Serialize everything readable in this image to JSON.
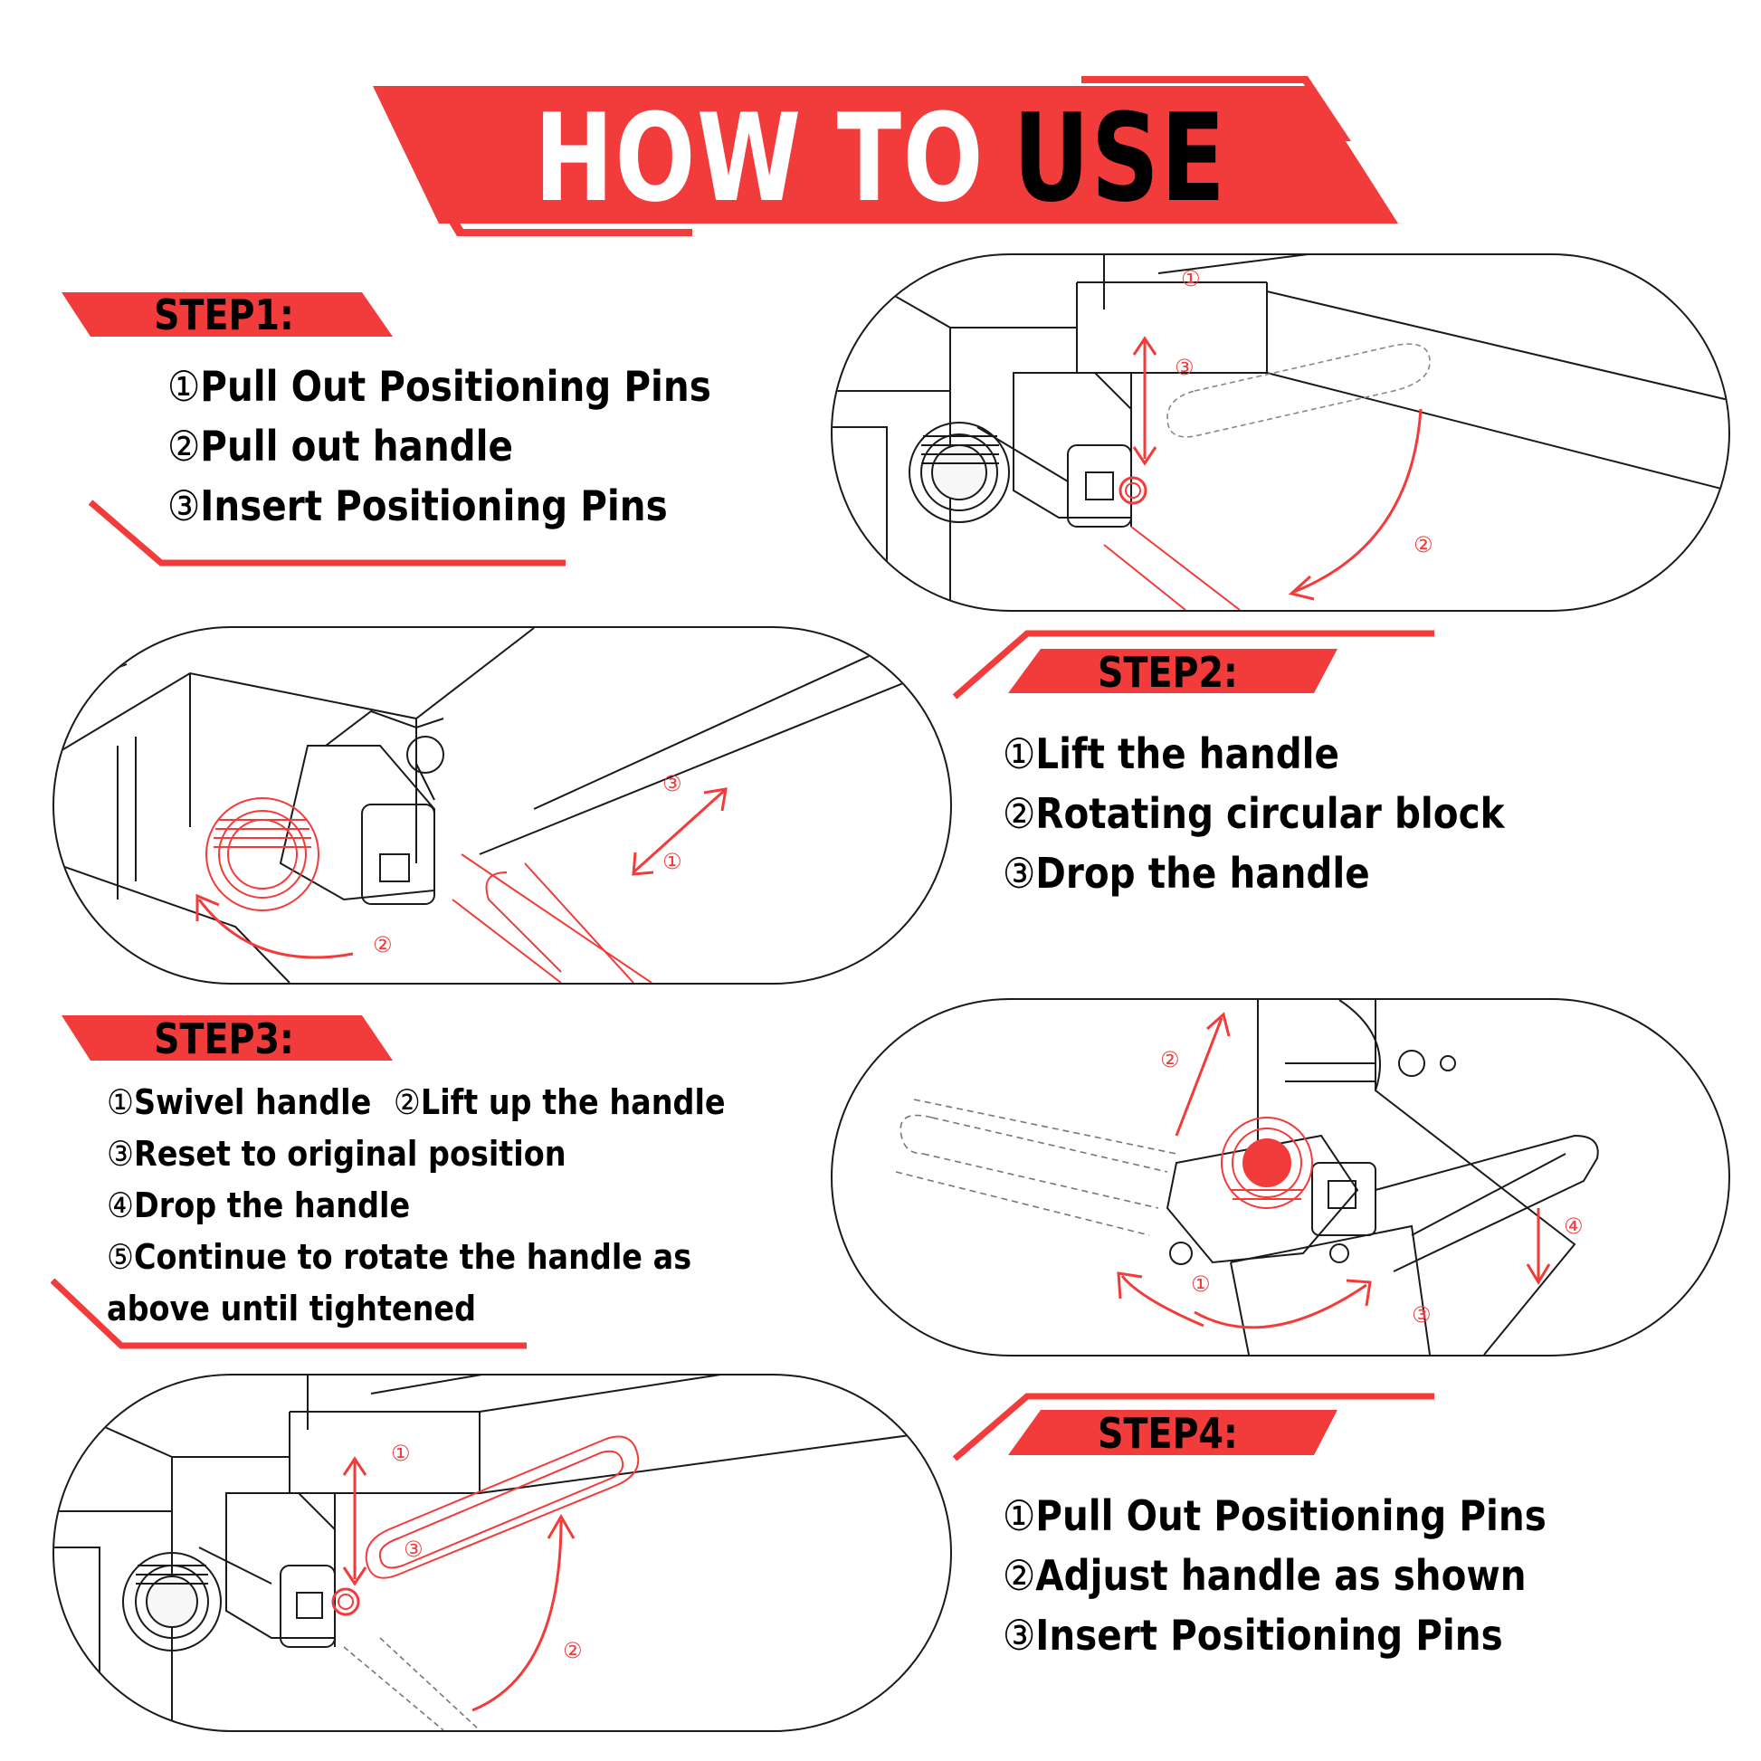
{
  "header": {
    "title_white": "HOW TO",
    "title_black": "USE"
  },
  "colors": {
    "accent": "#f23b3b",
    "ink": "#1a1a1a",
    "background": "#ffffff"
  },
  "step1": {
    "label": "STEP1:",
    "items": [
      {
        "num": "①",
        "text": "Pull Out Positioning Pins"
      },
      {
        "num": "②",
        "text": "Pull out handle"
      },
      {
        "num": "③",
        "text": "Insert Positioning Pins"
      }
    ],
    "callouts": [
      "①",
      "③",
      "②"
    ]
  },
  "step2": {
    "label": "STEP2:",
    "items": [
      {
        "num": "①",
        "text": "Lift the handle"
      },
      {
        "num": "②",
        "text": "Rotating circular block"
      },
      {
        "num": "③",
        "text": "Drop the handle"
      }
    ],
    "callouts": [
      "③",
      "①",
      "②"
    ]
  },
  "step3": {
    "label": "STEP3:",
    "line1a": {
      "num": "①",
      "text": "Swivel handle"
    },
    "line1b": {
      "num": "②",
      "text": "Lift up the handle"
    },
    "items": [
      {
        "num": "③",
        "text": "Reset to original position"
      },
      {
        "num": "④",
        "text": "Drop the handle"
      },
      {
        "num": "⑤",
        "text": "Continue to rotate the handle as"
      }
    ],
    "last_line": "above until tightened",
    "callouts": [
      "②",
      "①",
      "③",
      "④"
    ]
  },
  "step4": {
    "label": "STEP4:",
    "items": [
      {
        "num": "①",
        "text": "Pull Out Positioning Pins"
      },
      {
        "num": "②",
        "text": "Adjust handle as shown"
      },
      {
        "num": "③",
        "text": "Insert Positioning Pins"
      }
    ],
    "callouts": [
      "①",
      "③",
      "②"
    ]
  }
}
